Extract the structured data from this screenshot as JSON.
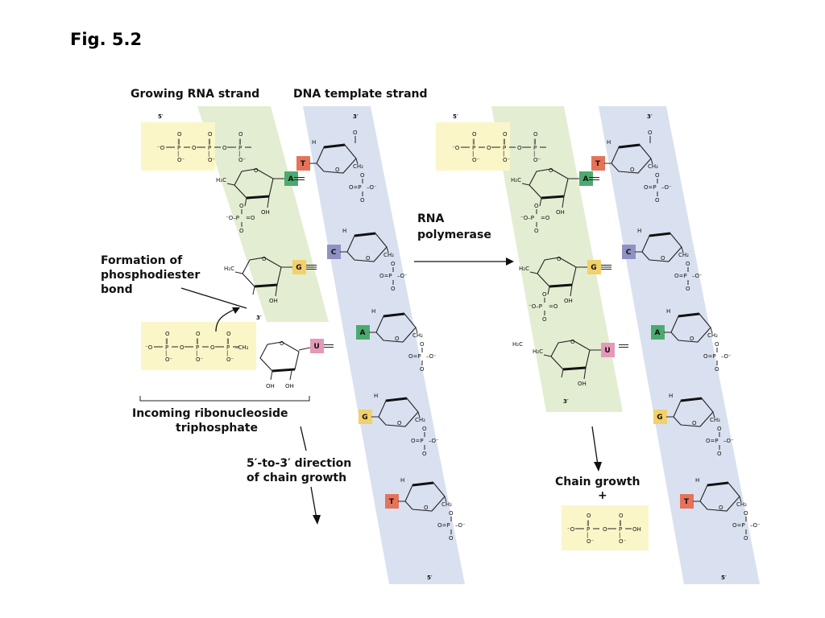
{
  "figure_title": "Fig. 5.2",
  "labels": {
    "growing_rna": "Growing RNA strand",
    "dna_template": "DNA template strand",
    "rna_polymerase_1": "RNA",
    "rna_polymerase_2": "polymerase",
    "phosphodiester_1": "Formation of",
    "phosphodiester_2": "phosphodiester",
    "phosphodiester_3": "bond",
    "incoming_1": "Incoming ribonucleoside",
    "incoming_2": "triphosphate",
    "direction_1": "5′-to-3′ direction",
    "direction_2": "of chain growth",
    "chain_growth": "Chain growth",
    "plus": "+",
    "five_prime": "5′",
    "three_prime": "3′"
  },
  "atoms": {
    "P": "P",
    "O": "O",
    "Om": "O⁻",
    "mO": "⁻O",
    "H": "H",
    "OH": "OH",
    "CH2": "CH₂",
    "H2C": "H₂C",
    "dash": "–",
    "eq": "=",
    "OP": "O=P",
    "POm": "P–O⁻",
    "mOP": "⁻O–P"
  },
  "base_pairs_left": [
    {
      "rna": "A",
      "dna": "T",
      "bond": "double"
    },
    {
      "rna": "G",
      "dna": "C",
      "bond": "triple"
    },
    {
      "rna": "U",
      "dna": "A",
      "bond": "double"
    }
  ],
  "unpaired_left": [
    "G",
    "T"
  ],
  "colors": {
    "rna_strand": "#e3edd2",
    "dna_strand": "#d9e1f0",
    "phosphate_box": "#fbf6c8",
    "A": "#4daa6e",
    "T": "#e5735a",
    "G": "#f3d06a",
    "C": "#8f91c2",
    "U": "#e499b9"
  }
}
